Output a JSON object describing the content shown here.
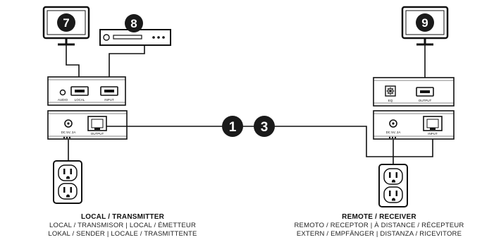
{
  "callouts": {
    "local_monitor": "7",
    "source_player": "8",
    "remote_monitor": "9",
    "cable_left": "1",
    "cable_right": "3"
  },
  "transmitter": {
    "port_audio": "AUDIO",
    "port_local": "LOCAL",
    "port_input": "INPUT",
    "port_power": "DC 5V, 2A",
    "port_output": "OUTPUT"
  },
  "receiver": {
    "port_eq": "EQ",
    "port_output": "OUTPUT",
    "port_power": "DC 5V, 2A",
    "port_input": "INPUT"
  },
  "captions": {
    "local": {
      "title": "LOCAL / TRANSMITTER",
      "line1": "LOCAL / TRANSMISOR | LOCAL / ÉMETTEUR",
      "line2": "LOKAL / SENDER | LOCALE / TRASMITTENTE"
    },
    "remote": {
      "title": "REMOTE / RECEIVER",
      "line1": "REMOTO / RECEPTOR | À DISTANCE / RÉCEPTEUR",
      "line2": "EXTERN / EMPFÄNGER | DISTANZA / RICEVITORE"
    }
  },
  "colors": {
    "callout_fill": "#1a1a1a",
    "line": "#111111",
    "device_fill": "#ffffff"
  }
}
